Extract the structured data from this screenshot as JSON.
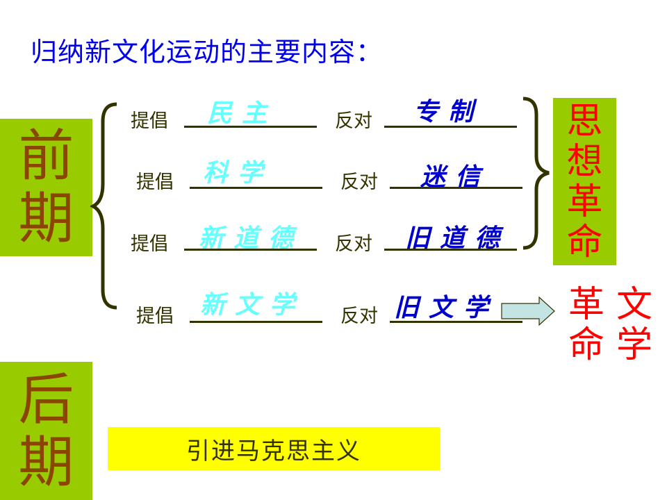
{
  "title": "归纳新文化运动的主要内容：",
  "periods": {
    "early": {
      "chars": [
        "前",
        "期"
      ]
    },
    "late": {
      "chars": [
        "后",
        "期"
      ]
    }
  },
  "rows": [
    {
      "promote_label": "提倡",
      "promote_value": "民主",
      "oppose_label": "反对",
      "oppose_value": "专制"
    },
    {
      "promote_label": "提倡",
      "promote_value": "科学",
      "oppose_label": "反对",
      "oppose_value": "迷信"
    },
    {
      "promote_label": "提倡",
      "promote_value": "新道德",
      "oppose_label": "反对",
      "oppose_value": "旧道德"
    },
    {
      "promote_label": "提倡",
      "promote_value": "新文学",
      "oppose_label": "反对",
      "oppose_value": "旧文学"
    }
  ],
  "results": {
    "thought_revolution": {
      "chars": [
        "思",
        "想",
        "革",
        "命"
      ]
    },
    "literary_revolution": {
      "col1": [
        "革",
        "命"
      ],
      "col2": [
        "文",
        "学"
      ]
    }
  },
  "late_content": "引进马克思主义",
  "colors": {
    "title": "#0000ee",
    "green_box": "#99cc00",
    "brown_text": "#8b4500",
    "red_text": "#ff0000",
    "promote_hand": "#66ffff",
    "oppose_hand": "#0000cc",
    "yellow_box": "#ffff00",
    "arrow_fill": "#c4e4e4",
    "brace": "#333300"
  }
}
